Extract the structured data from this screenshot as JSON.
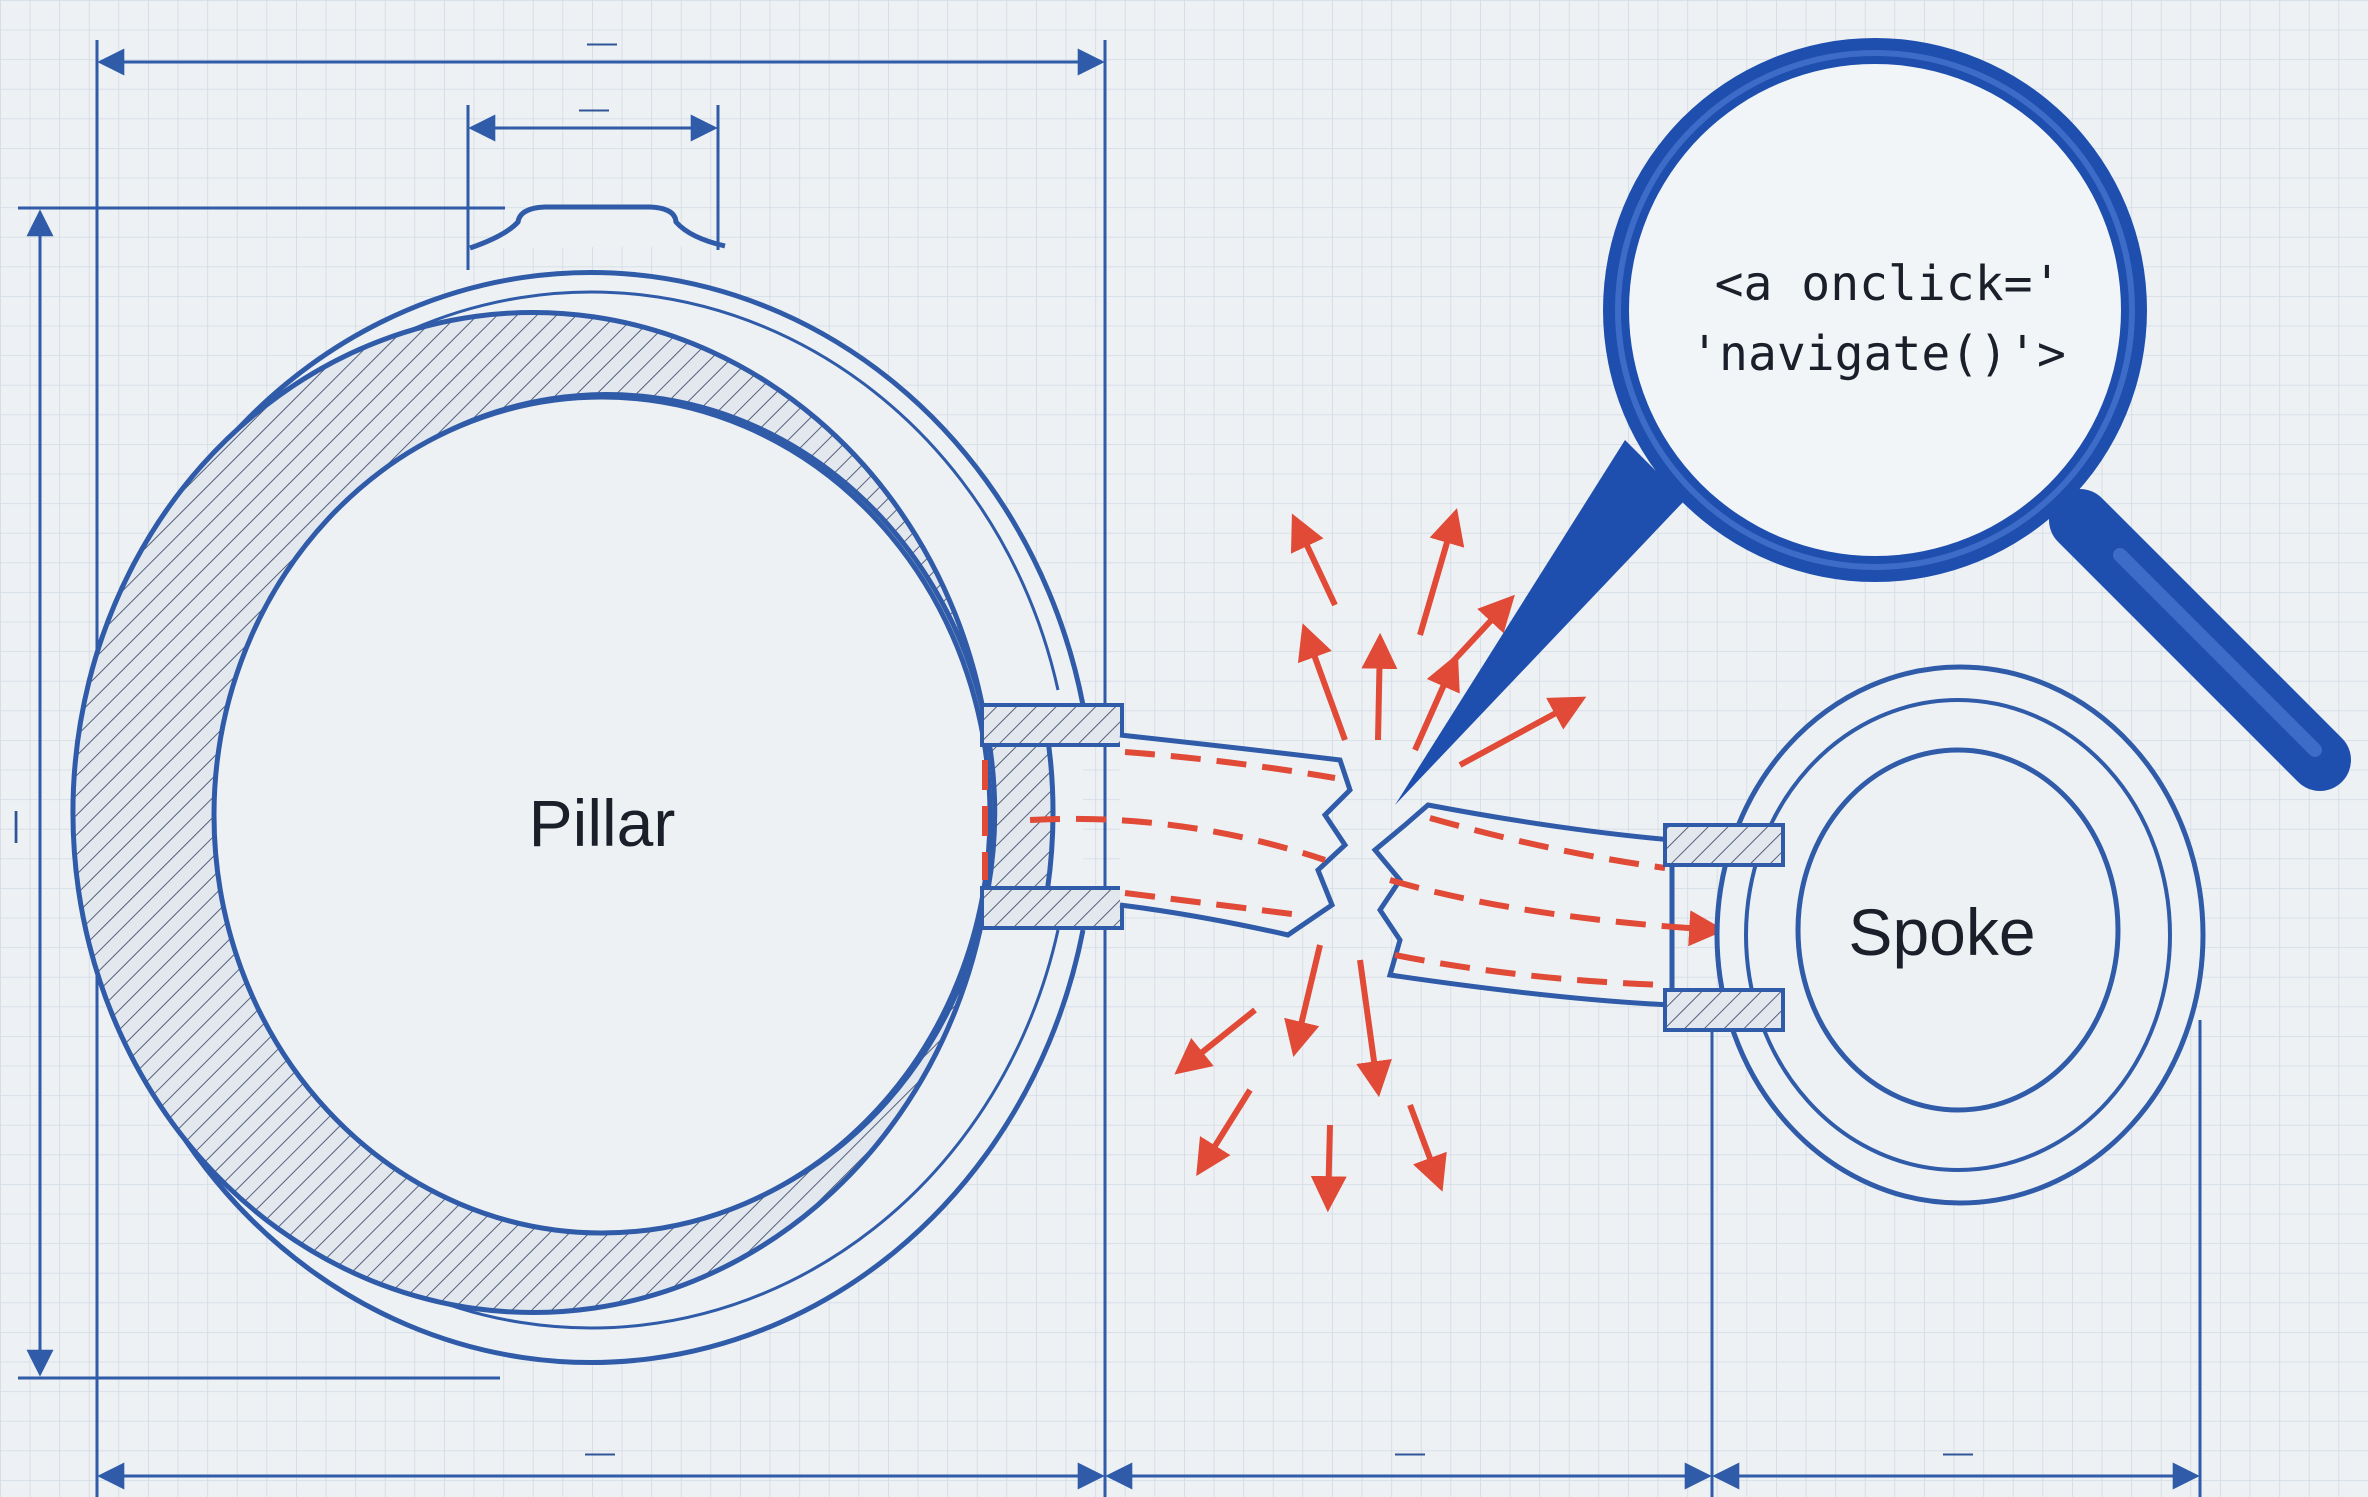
{
  "diagram": {
    "left_node_label": "Pillar",
    "right_node_label": "Spoke",
    "magnifier_code_line1": "<a onclick='",
    "magnifier_code_line2": "'navigate()'>",
    "dimension_marks": {
      "top_overall": "—",
      "top_tab": "—",
      "left_height": "|",
      "bottom_left": "—",
      "bottom_middle": "—",
      "bottom_right": "—"
    }
  },
  "colors": {
    "background": "#edf1f4",
    "grid": "#c9d3df",
    "blueprint_blue": "#2f5ba8",
    "magnifier_blue": "#1f4fae",
    "break_red": "#e04a36",
    "text": "#1b1f2a"
  }
}
